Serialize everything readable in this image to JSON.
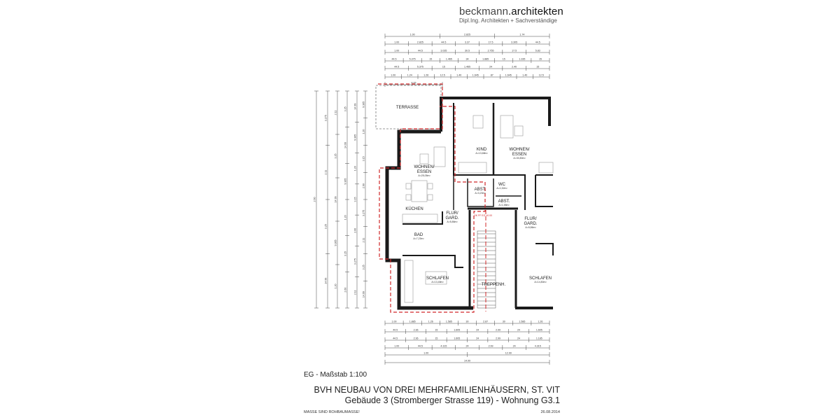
{
  "header": {
    "brand_name": "beckmann",
    "brand_suffix": ".architekten",
    "brand_subtitle": "Dipl.Ing. Architekten + Sachverständige"
  },
  "plan": {
    "scale_label": "EG - Maßstab 1:100",
    "title": "BVH NEUBAU VON DREI MEHRFAMILIENHÄUSERN, ST. VIT",
    "subtitle": "Gebäude 3 (Stromberger Strasse 119) - Wohnung G3.1",
    "note": "MASSE SIND ROHBAUMASSE!",
    "date": "26.08.2014",
    "colors": {
      "walls": "#1a1a1a",
      "unit_outline": "#d0282a",
      "furniture": "#9a9a9a"
    },
    "rooms": [
      {
        "name": "TERRASSE",
        "area": ""
      },
      {
        "name": "WOHNEN/ ESSEN",
        "area": "A=25,05m²"
      },
      {
        "name": "KÜCHEN",
        "area": ""
      },
      {
        "name": "KIND",
        "area": "A=13,68m²"
      },
      {
        "name": "WOHNEN/ ESSEN",
        "area": "A=30,80m²"
      },
      {
        "name": "ABST.",
        "area": "A=3,20m²"
      },
      {
        "name": "WC",
        "area": "A=1,52m²"
      },
      {
        "name": "ABST.",
        "area": "A=1,58m²"
      },
      {
        "name": "FLUR/ GARD.",
        "area": "A=5,86m²"
      },
      {
        "name": "FLUR/ GARD.",
        "area": "A=5,86m²"
      },
      {
        "name": "BAD",
        "area": "A=7,23m²"
      },
      {
        "name": "SCHLAFEN",
        "area": "A=13,48m²"
      },
      {
        "name": "TREPPENH.",
        "area": ""
      },
      {
        "name": "SCHLAFEN",
        "area": "A=14,80m²"
      }
    ],
    "level_marker": "OK FF EG ±0.00",
    "dims_top": [
      [
        "1.00",
        "2.825",
        "1.74"
      ],
      [
        "1.00",
        "2.825",
        "44.5",
        "3.37",
        "17.5",
        "3.305",
        "44.5"
      ],
      [
        "1.00",
        "44.5",
        "3.035",
        "30.5",
        "2.755",
        "17.5",
        "5.83"
      ],
      [
        "44.5",
        "5.375",
        "15",
        "1.465",
        "34",
        "1.885",
        "15",
        "1.335",
        "15"
      ],
      [
        "44.5",
        "5.375",
        "15",
        "1.465",
        "24",
        "2.40",
        "15"
      ],
      [
        "1.00",
        "1.24",
        "1.26",
        "12.5",
        "1.40",
        "1.645",
        "87",
        "1.645",
        "1.40",
        "12.5"
      ],
      [
        "4.05"
      ]
    ],
    "dims_bottom": [
      [
        "1.00",
        "1.885",
        "1.26",
        "1.585",
        "30",
        "2.87",
        "30",
        "1.585",
        "1.26"
      ],
      [
        "44.5",
        "2.36",
        "15",
        "1.605",
        "24",
        "2.99",
        "24",
        "1.605"
      ],
      [
        "44.5",
        "2.36",
        "15",
        "1.605",
        "24",
        "2.99",
        "24",
        "1.185"
      ],
      [
        "1.00",
        "44.5",
        "4.315",
        "24",
        "2.99",
        "24",
        "4.315"
      ],
      [
        "1.00",
        "12.99"
      ],
      [
        "14.99"
      ]
    ],
    "dims_left": [
      "2.60",
      "3.275",
      "2.11",
      "3.25",
      "14.99",
      "9.365",
      "1.20",
      "3.15"
    ]
  }
}
